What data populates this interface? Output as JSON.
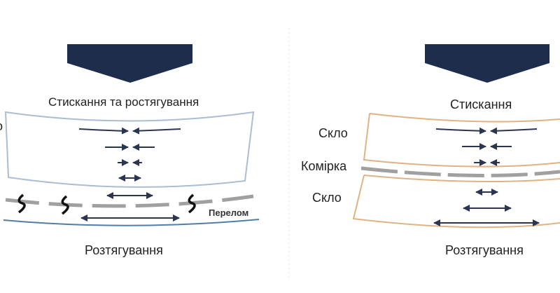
{
  "left_panel": {
    "cut_label": "о",
    "title": "Стискання та ростягування",
    "fracture_label": "Перелом",
    "bottom_label": "Розтягування"
  },
  "right_panel": {
    "title": "Стискання",
    "glass_top_label": "Скло",
    "interlayer_label": "Комірка",
    "glass_bottom_label": "Скло",
    "bottom_label": "Розтягування"
  },
  "colors": {
    "force_block": "#1f2d4d",
    "left_outline": "#a9bdd3",
    "right_outline": "#e0b283",
    "arrow": "#2b3550",
    "interlayer": "#a0a0a0",
    "base_line": "#4f7fa8"
  }
}
